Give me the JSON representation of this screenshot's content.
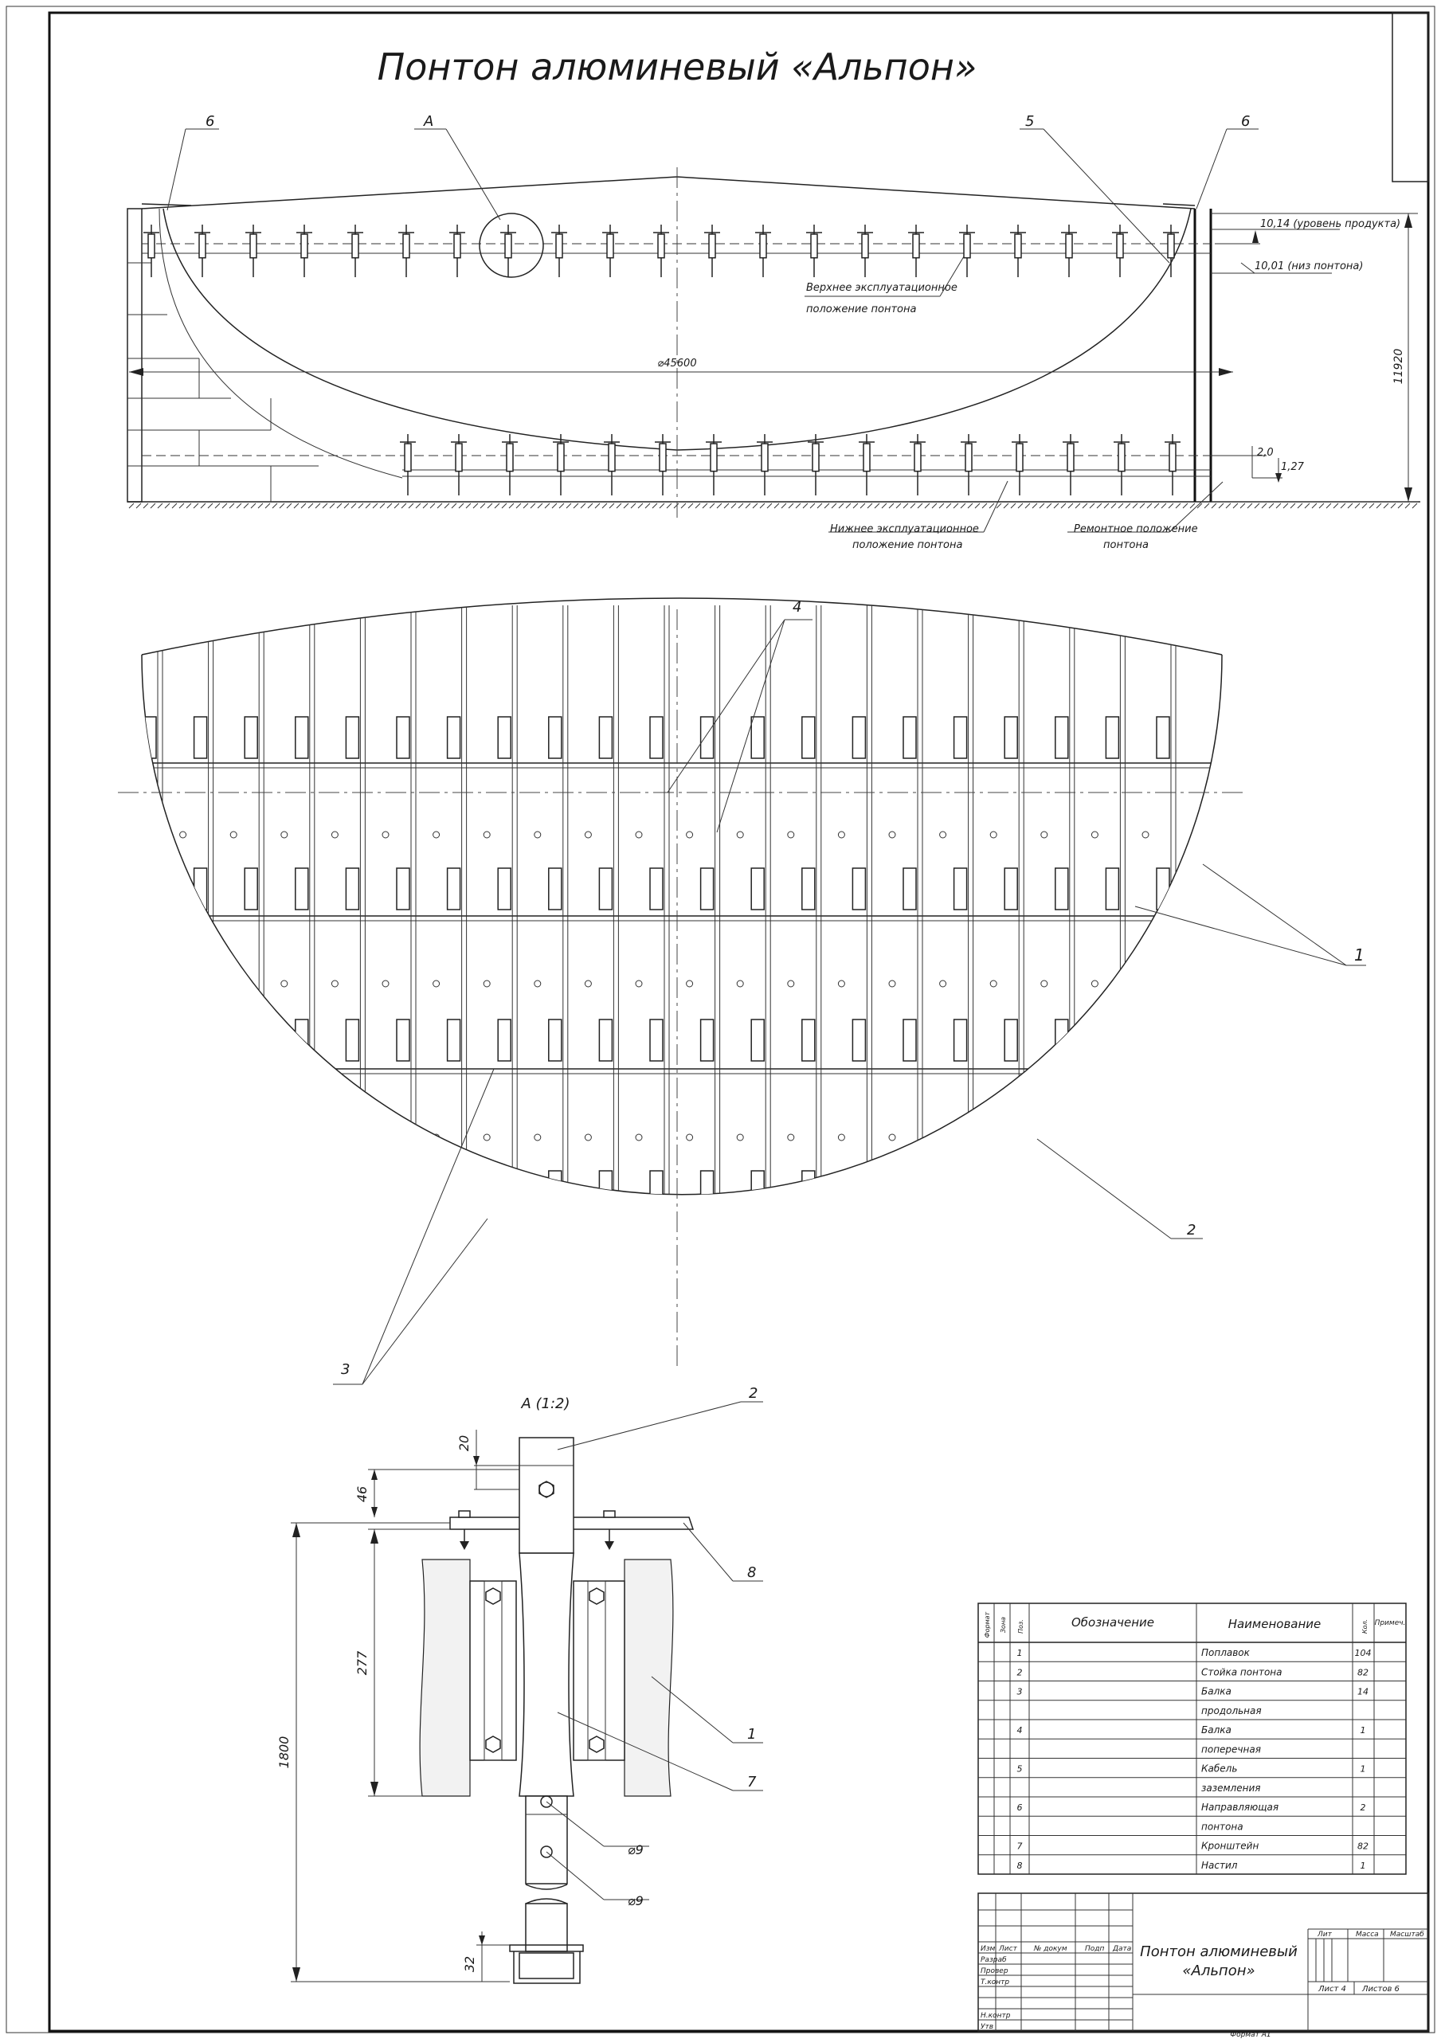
{
  "title": "Понтон алюминевый  «Альпон»",
  "callouts": {
    "c6_left": "6",
    "cA": "A",
    "c5": "5",
    "c6_right": "6",
    "c4": "4",
    "c1": "1",
    "c2": "2",
    "c3": "3",
    "d2": "2",
    "d8": "8",
    "d1": "1",
    "d7": "7"
  },
  "elevation": {
    "level_product": "10,14 (уровень продукта)",
    "level_pontoon_bottom": "10,01 (низ понтона)",
    "upper_pos_line1": "Верхнее эксплуатационное",
    "upper_pos_line2": "положение понтона",
    "diameter": "⌀45600",
    "height": "11920",
    "dim_20": "2,0",
    "dim_127": "1,27",
    "lower_pos_line1": "Нижнее эксплуатационное",
    "lower_pos_line2": "положение понтона",
    "repair_pos_line1": "Ремонтное положение",
    "repair_pos_line2": "понтона"
  },
  "detail": {
    "title": "А (1:2)",
    "dim_20": "20",
    "dim_46": "46",
    "dim_277": "277",
    "dim_1800": "1800",
    "dim_32": "32",
    "hole1": "⌀9",
    "hole2": "⌀9"
  },
  "spec_table": {
    "headers": {
      "format": "Формат",
      "zone": "Зона",
      "pos": "Поз.",
      "designation": "Обозначение",
      "name": "Наименование",
      "qty": "Кол.",
      "note": "Примеч."
    },
    "rows": [
      {
        "pos": "1",
        "name": "Поплавок",
        "qty": "104"
      },
      {
        "pos": "2",
        "name": "Стойка понтона",
        "qty": "82"
      },
      {
        "pos": "3",
        "name": "Балка",
        "qty": "14"
      },
      {
        "pos": "",
        "name": "продольная",
        "qty": ""
      },
      {
        "pos": "4",
        "name": "Балка",
        "qty": "1"
      },
      {
        "pos": "",
        "name": "поперечная",
        "qty": ""
      },
      {
        "pos": "5",
        "name": "Кабель",
        "qty": "1"
      },
      {
        "pos": "",
        "name": "заземления",
        "qty": ""
      },
      {
        "pos": "6",
        "name": "Направляющая",
        "qty": "2"
      },
      {
        "pos": "",
        "name": "понтона",
        "qty": ""
      },
      {
        "pos": "7",
        "name": "Кронштейн",
        "qty": "82"
      },
      {
        "pos": "8",
        "name": "Настил",
        "qty": "1"
      }
    ]
  },
  "title_block": {
    "izm": "Изм",
    "list": "Лист",
    "ndoc": "№ докум",
    "podp": "Подп",
    "data": "Дата",
    "razrab": "Разраб",
    "prover": "Провер",
    "tkontr": "Т.контр",
    "nkontr": "Н.контр",
    "utv": "Утв",
    "name_line1": "Понтон алюминевый",
    "name_line2": "«Альпон»",
    "lit": "Лит",
    "massa": "Масса",
    "masshtab": "Масштаб",
    "sheet": "Лист 4",
    "sheets": "Листов 6"
  },
  "format": "Формат А1"
}
